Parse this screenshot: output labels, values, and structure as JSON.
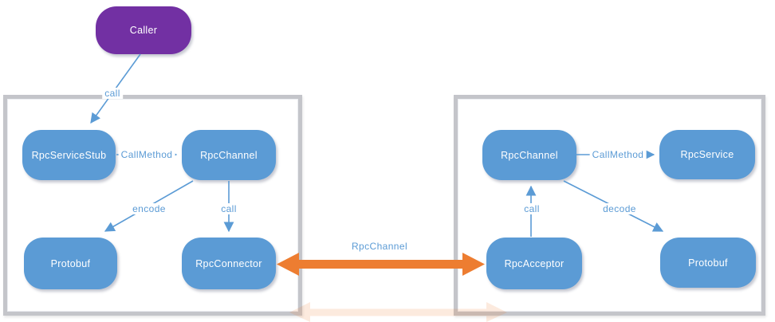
{
  "colors": {
    "node_blue": "#5B9BD5",
    "caller_purple": "#7230A3",
    "arrow_blue": "#5B9BD5",
    "label_blue": "#5B9BD5",
    "orange": "#ED7D31",
    "container_border": "#C4C5CA",
    "background": "#FFFFFF"
  },
  "nodes": {
    "caller": {
      "label": "Caller"
    },
    "rpc_service_stub": {
      "label": "RpcServiceStub"
    },
    "rpc_channel_left": {
      "label": "RpcChannel"
    },
    "protobuf_left": {
      "label": "Protobuf"
    },
    "rpc_connector": {
      "label": "RpcConnector"
    },
    "rpc_channel_right": {
      "label": "RpcChannel"
    },
    "rpc_service": {
      "label": "RpcService"
    },
    "rpc_acceptor": {
      "label": "RpcAcceptor"
    },
    "protobuf_right": {
      "label": "Protobuf"
    }
  },
  "edges": {
    "call_top": {
      "label": "call",
      "from": "Caller",
      "to": "RpcServiceStub"
    },
    "callmethod_left": {
      "label": "CallMethod",
      "from": "RpcServiceStub",
      "to": "RpcChannel"
    },
    "encode": {
      "label": "encode",
      "from": "RpcChannel",
      "to": "Protobuf"
    },
    "call_left": {
      "label": "call",
      "from": "RpcChannel",
      "to": "RpcConnector"
    },
    "rpcchannel_link": {
      "label": "RpcChannel",
      "from": "RpcConnector",
      "to": "RpcAcceptor"
    },
    "call_right": {
      "label": "call",
      "from": "RpcAcceptor",
      "to": "RpcChannel"
    },
    "callmethod_right": {
      "label": "CallMethod",
      "from": "RpcChannel",
      "to": "RpcService"
    },
    "decode": {
      "label": "decode",
      "from": "RpcChannel",
      "to": "Protobuf"
    }
  }
}
